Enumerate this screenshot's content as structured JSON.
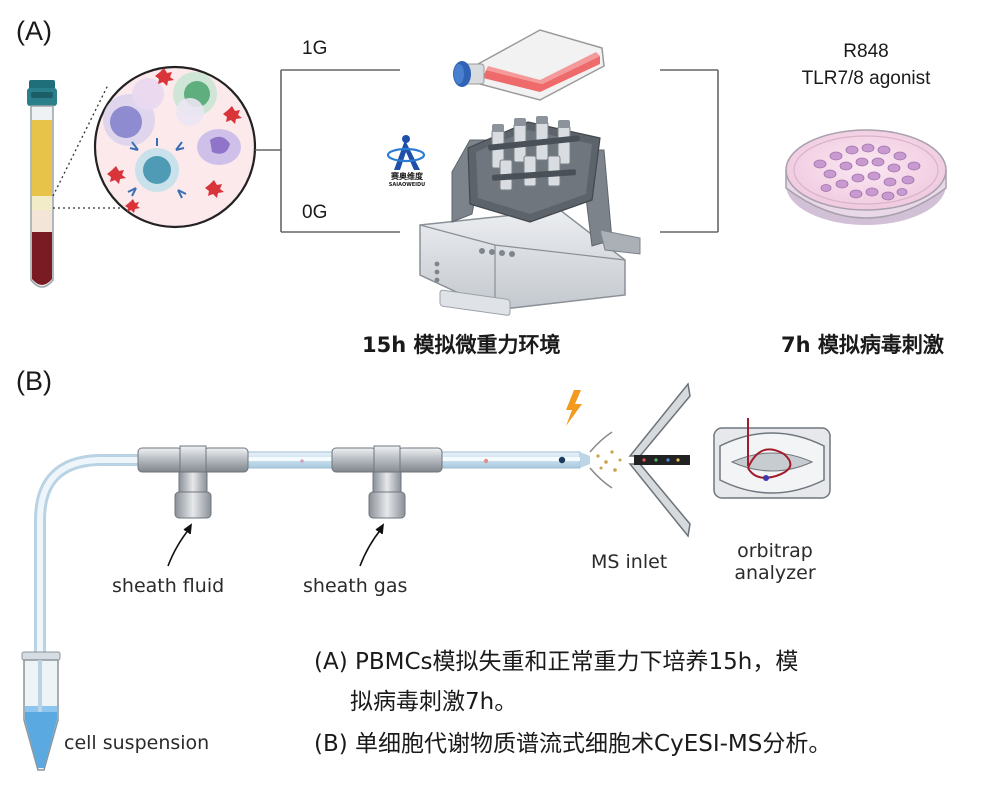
{
  "panel_a": {
    "letter": "(A)",
    "branch_top": "1G",
    "branch_bottom": "0G",
    "agent_line1": "R848",
    "agent_line2": "TLR7/8 agonist",
    "caption_left": "15h 模拟微重力环境",
    "caption_right": "7h 模拟病毒刺激",
    "logo_text": "赛奥维度",
    "logo_subtext": "SAIAOWEIDU"
  },
  "panel_b": {
    "letter": "(B)",
    "label_sheath_fluid": "sheath fluid",
    "label_sheath_gas": "sheath gas",
    "label_ms_inlet": "MS inlet",
    "label_orbitrap": "orbitrap analyzer",
    "label_cell_suspension": "cell suspension"
  },
  "legend": {
    "line_a1": "(A) PBMCs模拟失重和正常重力下培养15h，模",
    "line_a2": "拟病毒刺激7h。",
    "line_b": "(B) 单细胞代谢物质谱流式细胞术CyESI-MS分析。"
  },
  "colors": {
    "plasma": "#e8c34a",
    "blood": "#7a1a22",
    "tube_cap": "#2a7f8a",
    "flask_cap": "#2f63b5",
    "flask_medium": "#ef6b6b",
    "dish": "#f3d6e6",
    "dish_cell": "#c89ad0",
    "machine": "#8a9099",
    "capillary": "#cfe3ef",
    "spark": "#f29a1f",
    "logo": "#2a7bd4"
  }
}
